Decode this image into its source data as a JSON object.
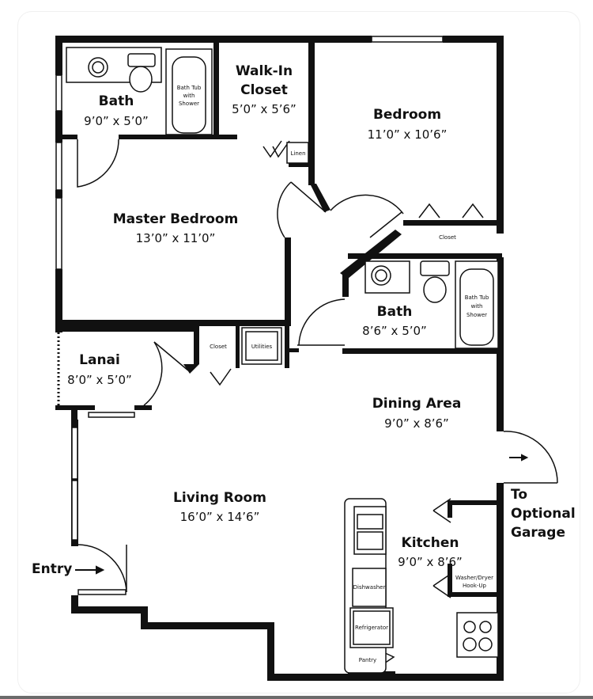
{
  "rooms": {
    "bath1": {
      "name": "Bath",
      "size": "9’0” x 5’0”"
    },
    "walkin": {
      "name1": "Walk-In",
      "name2": "Closet",
      "size": "5’0” x 5’6”"
    },
    "bedroom": {
      "name": "Bedroom",
      "size": "11’0” x 10’6”"
    },
    "master": {
      "name": "Master Bedroom",
      "size": "13’0” x 11’0”"
    },
    "bath2": {
      "name": "Bath",
      "size": "8’6” x 5’0”"
    },
    "lanai": {
      "name": "Lanai",
      "size": "8’0” x 5’0”"
    },
    "dining": {
      "name": "Dining Area",
      "size": "9’0” x 8’6”"
    },
    "living": {
      "name": "Living Room",
      "size": "16’0” x 14’6”"
    },
    "kitchen": {
      "name": "Kitchen",
      "size": "9’0” x 8’6”"
    }
  },
  "labels": {
    "entry": "Entry",
    "garage1": "To",
    "garage2": "Optional",
    "garage3": "Garage",
    "tub_a": "Bath Tub",
    "tub_b": "with",
    "tub_c": "Shower",
    "linen": "Linen",
    "closet": "Closet",
    "utilities": "Utilities",
    "dishwasher": "Dishwasher",
    "refrigerator": "Refrigerator",
    "pantry": "Pantry",
    "washer1": "Washer/Dryer",
    "washer2": "Hook-Up"
  }
}
